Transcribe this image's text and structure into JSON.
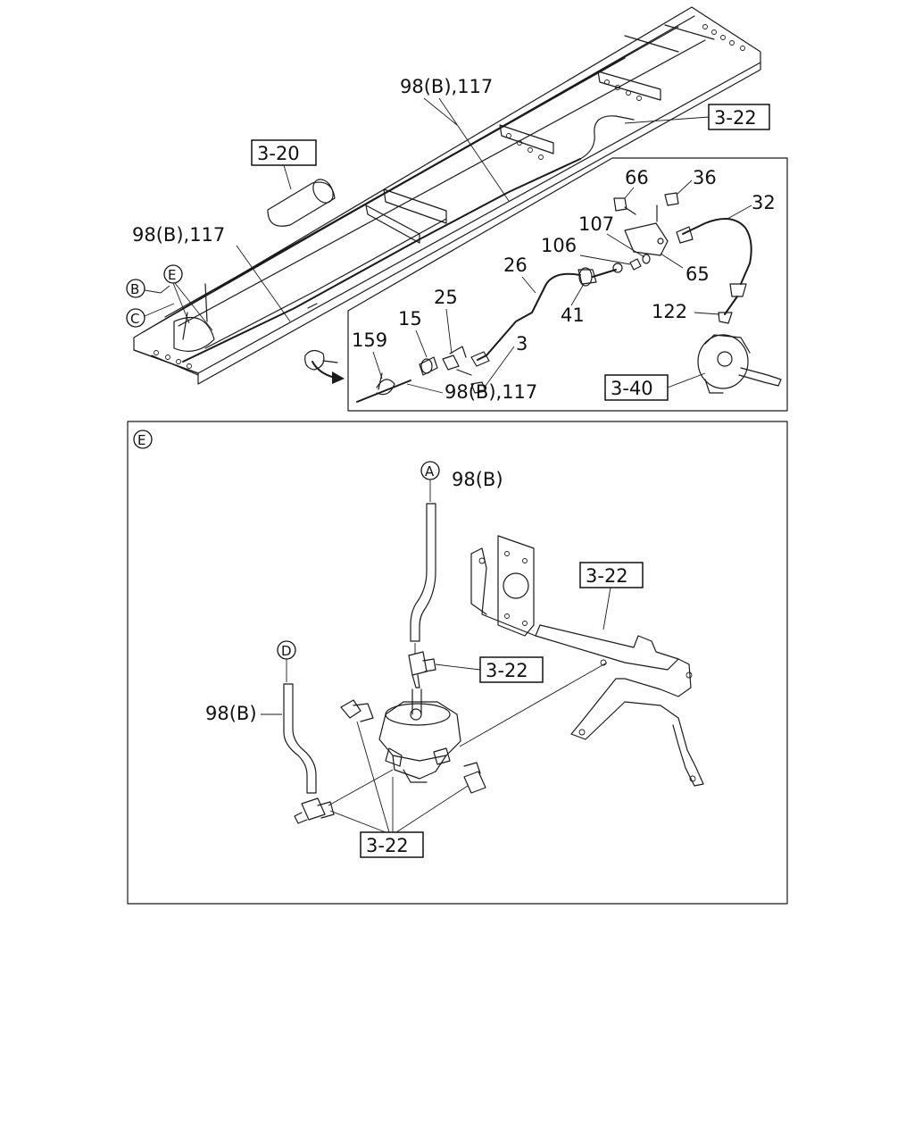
{
  "callouts": {
    "top_98b_117": "98(B),117",
    "left_98b_117": "98(B),117",
    "bottom_98b_117": "98(B),117",
    "ref_3_22_top": "3-22",
    "ref_3_20": "3-20",
    "ref_3_40": "3-40",
    "p66": "66",
    "p36": "36",
    "p32": "32",
    "p107": "107",
    "p106": "106",
    "p65": "65",
    "p26": "26",
    "p25": "25",
    "p15": "15",
    "p41": "41",
    "p3": "3",
    "p159": "159",
    "p122": "122"
  },
  "letters": {
    "B": "B",
    "C": "C",
    "E": "E",
    "E_detail": "E",
    "A": "A",
    "D": "D"
  },
  "detail_e": {
    "lbl_98b_upper": "98(B)",
    "lbl_98b_left": "98(B)",
    "ref_3_22_bracket": "3-22",
    "ref_3_22_tee": "3-22",
    "ref_3_22_bottom": "3-22"
  }
}
